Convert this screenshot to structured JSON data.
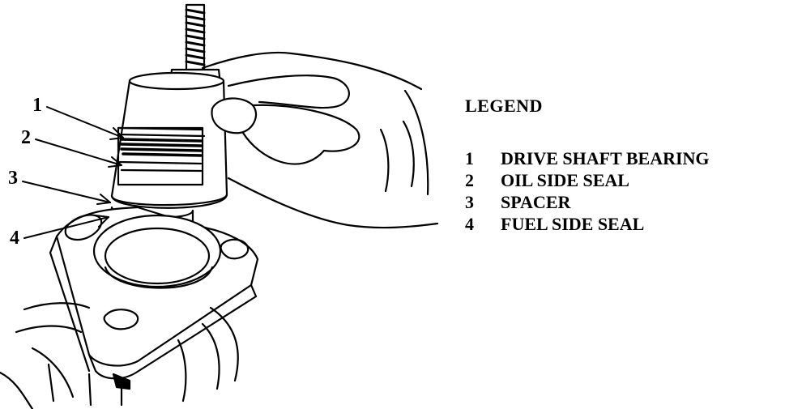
{
  "callouts": [
    "1",
    "2",
    "3",
    "4"
  ],
  "legend": {
    "title": "LEGEND",
    "items": [
      {
        "num": "1",
        "label": "DRIVE SHAFT BEARING"
      },
      {
        "num": "2",
        "label": "OIL SIDE SEAL"
      },
      {
        "num": "3",
        "label": "SPACER"
      },
      {
        "num": "4",
        "label": "FUEL SIDE SEAL"
      }
    ]
  }
}
